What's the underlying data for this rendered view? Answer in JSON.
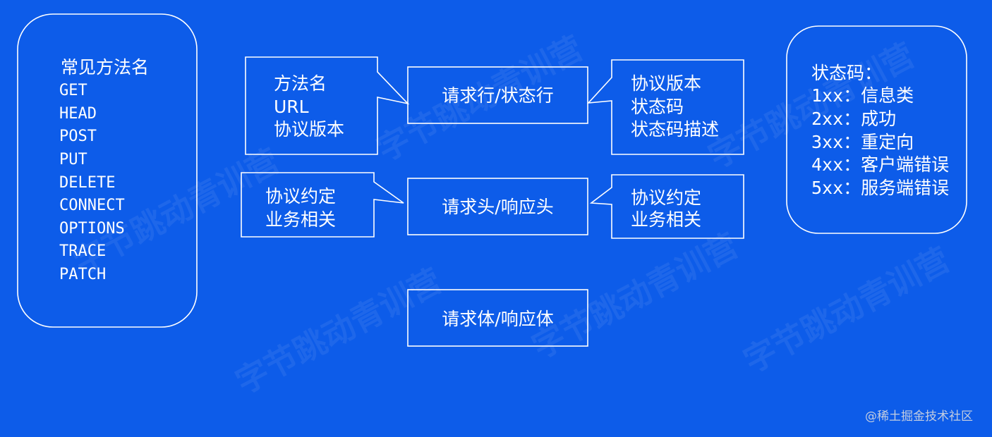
{
  "colors": {
    "background": "#0d5ce9",
    "stroke": "#ffffff",
    "text": "#ffffff",
    "credit": "#c3cde0"
  },
  "method_panel": {
    "title": "常见方法名",
    "methods": [
      "GET",
      "HEAD",
      "POST",
      "PUT",
      "DELETE",
      "CONNECT",
      "OPTIONS",
      "TRACE",
      "PATCH"
    ]
  },
  "start_line": {
    "label": "请求行/状态行",
    "request_note": [
      "方法名",
      "URL",
      "协议版本"
    ],
    "response_note": [
      "协议版本",
      "状态码",
      "状态码描述"
    ]
  },
  "headers": {
    "label": "请求头/响应头",
    "request_note": [
      "协议约定",
      "业务相关"
    ],
    "response_note": [
      "协议约定",
      "业务相关"
    ]
  },
  "body": {
    "label": "请求体/响应体"
  },
  "status_panel": {
    "title": "状态码：",
    "codes": [
      "1xx：信息类",
      "2xx：成功",
      "3xx：重定向",
      "4xx：客户端错误",
      "5xx：服务端错误"
    ]
  },
  "watermark": "字节跳动青训营",
  "credit": "@稀土掘金技术社区"
}
